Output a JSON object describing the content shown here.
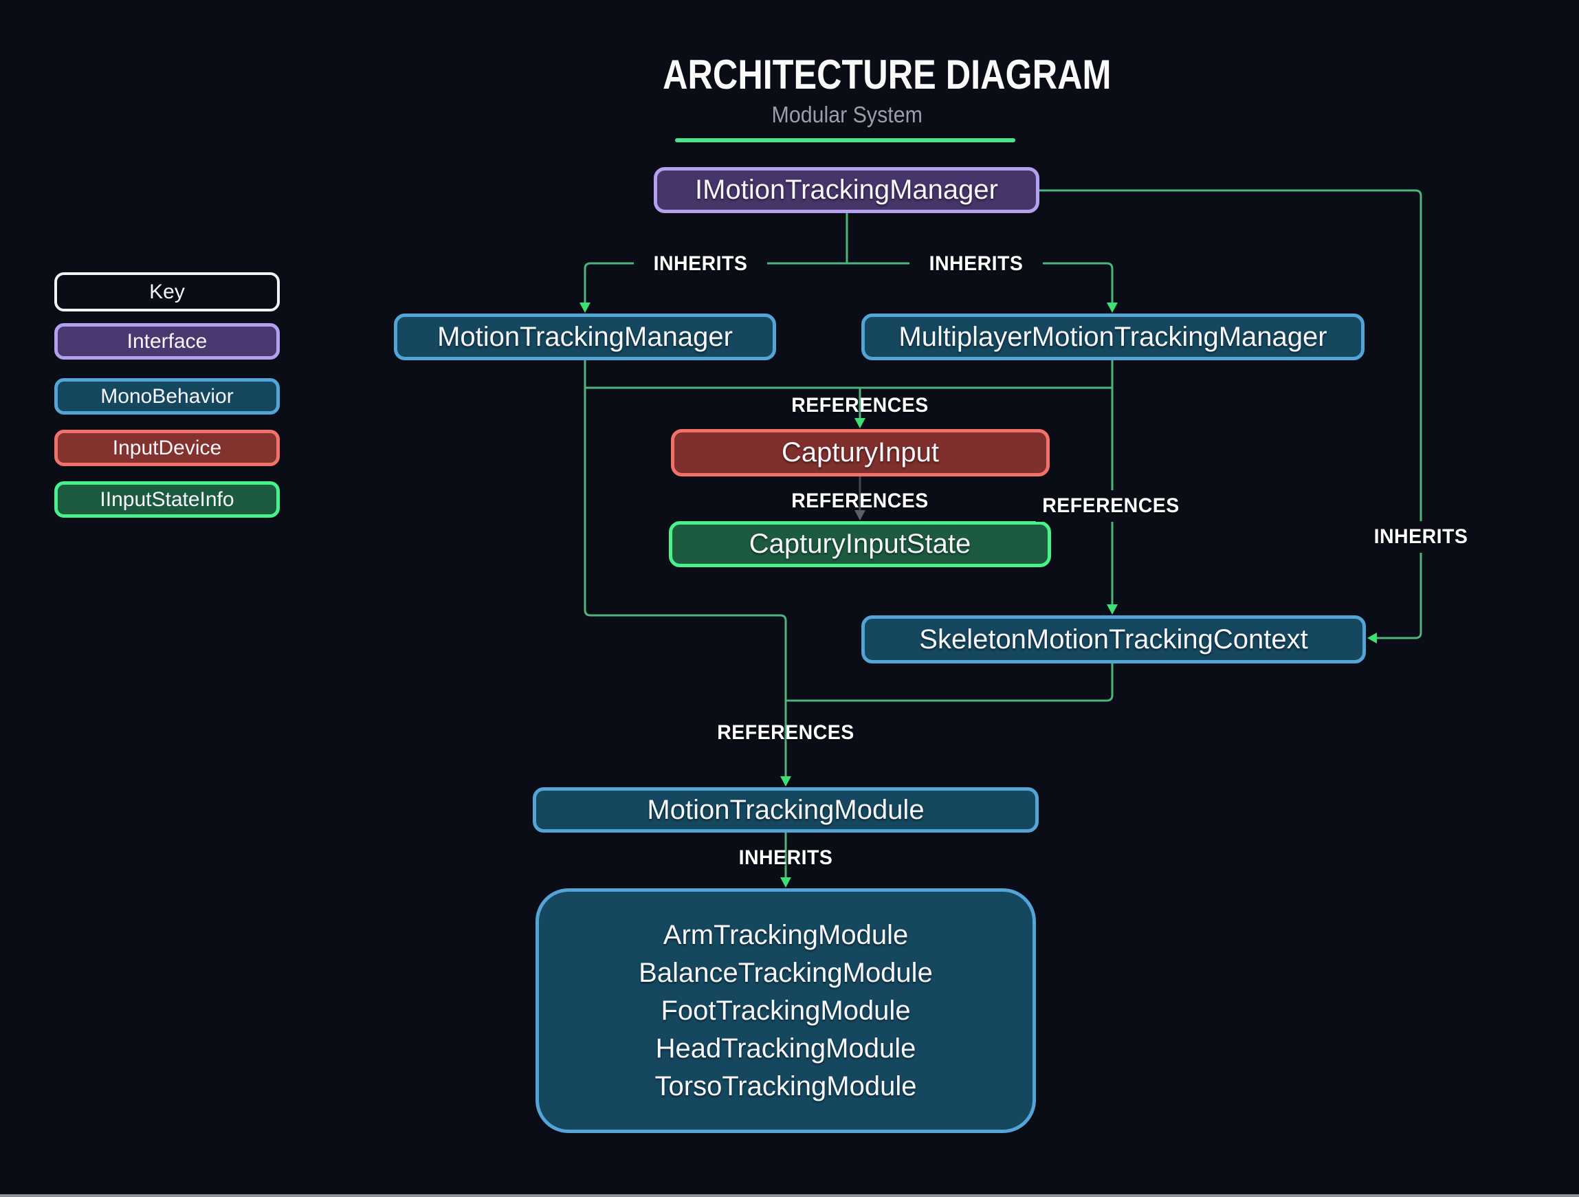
{
  "title": {
    "text": "ARCHITECTURE DIAGRAM",
    "subtitle": "Modular System"
  },
  "legend": {
    "title": "Key",
    "items": [
      {
        "label": "Interface",
        "fill": "#4a3870",
        "border": "#b3a1f0"
      },
      {
        "label": "MonoBehavior",
        "fill": "#15485f",
        "border": "#54a4d8"
      },
      {
        "label": "InputDevice",
        "fill": "#83322e",
        "border": "#f3716b"
      },
      {
        "label": "IInputStateInfo",
        "fill": "#1d5b41",
        "border": "#47f28c"
      }
    ]
  },
  "nodes": {
    "imotion_tracking_manager": {
      "label": "IMotionTrackingManager",
      "type": "Interface"
    },
    "motion_tracking_manager": {
      "label": "MotionTrackingManager",
      "type": "MonoBehavior"
    },
    "multiplayer_motion_tracking_manager": {
      "label": "MultiplayerMotionTrackingManager",
      "type": "MonoBehavior"
    },
    "captury_input": {
      "label": "CapturyInput",
      "type": "InputDevice"
    },
    "captury_input_state": {
      "label": "CapturyInputState",
      "type": "IInputStateInfo"
    },
    "skeleton_motion_tracking_context": {
      "label": "SkeletonMotionTrackingContext",
      "type": "MonoBehavior"
    },
    "motion_tracking_module": {
      "label": "MotionTrackingModule",
      "type": "MonoBehavior"
    },
    "tracking_modules": {
      "type": "MonoBehavior",
      "lines": [
        "ArmTrackingModule",
        "BalanceTrackingModule",
        "FootTrackingModule",
        "HeadTrackingModule",
        "TorsoTrackingModule"
      ]
    }
  },
  "edges": {
    "inherits_left": "INHERITS",
    "inherits_right": "INHERITS",
    "references_managers_to_captury_input": "REFERENCES",
    "references_captury_input_to_state": "REFERENCES",
    "references_to_skeleton_context": "REFERENCES",
    "inherits_far_right": "INHERITS",
    "references_to_module": "REFERENCES",
    "inherits_to_modules": "INHERITS"
  },
  "colors": {
    "background": "#0a0d16",
    "line_green": "#4fb37e",
    "arrow_green": "#3ee073",
    "line_gray": "#42474f",
    "arrow_gray": "#5a6068",
    "title_underline_green": "#4ae58b",
    "text": "#f7f7fb",
    "subtitle_text": "#99a0aa",
    "key_border": "#f2f2f2",
    "interface_fill": "#463569",
    "interface_border": "#b3a1f0",
    "monobehavior_fill": "#15485f",
    "monobehavior_border": "#54a4d8",
    "inputdevice_fill": "#7f2f2c",
    "inputdevice_border": "#f3716b",
    "iinputstateinfo_fill": "#1d5b41",
    "iinputstateinfo_border": "#47f28c"
  }
}
